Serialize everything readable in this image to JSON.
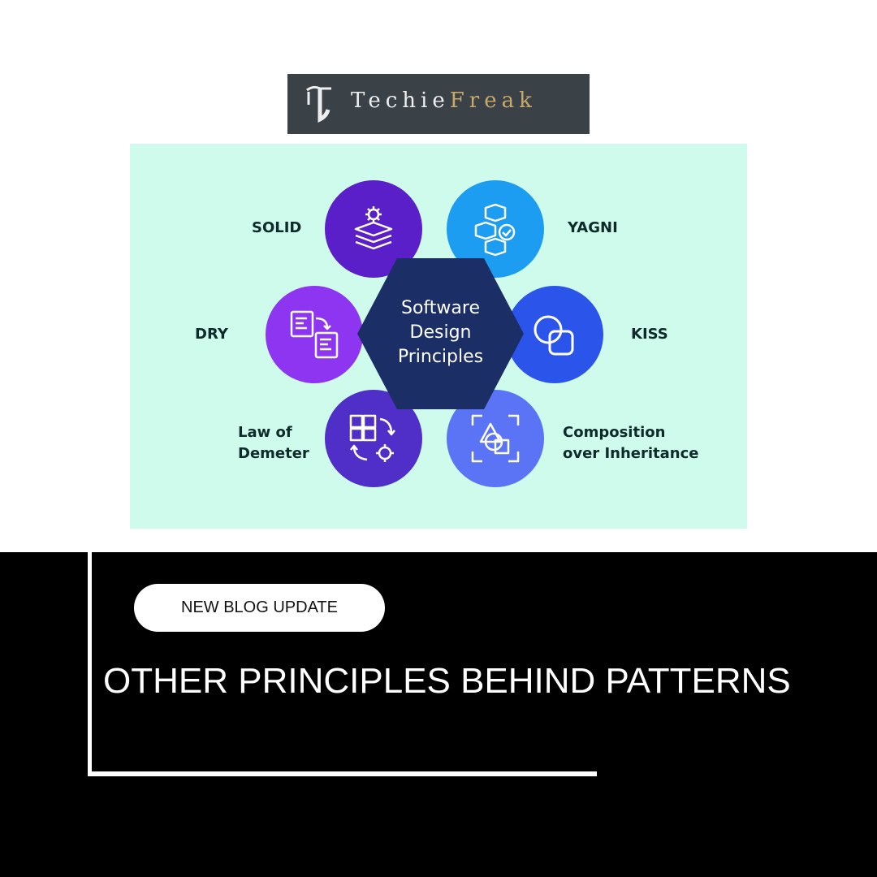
{
  "brand": {
    "name_part1": "Techie",
    "name_part2": "Freak",
    "logo_icon": "t-monogram-logo"
  },
  "diagram": {
    "center_line1": "Software",
    "center_line2": "Design",
    "center_line3": "Principles",
    "colors": {
      "background": "#cffbec",
      "center": "#1b2e66"
    },
    "principles": [
      {
        "label": "SOLID",
        "icon": "layers-gear-icon",
        "color": "#5a1fc9"
      },
      {
        "label": "YAGNI",
        "icon": "cubes-check-icon",
        "color": "#1c9df2"
      },
      {
        "label": "DRY",
        "icon": "documents-arrow-icon",
        "color": "#8d35f0"
      },
      {
        "label": "KISS",
        "icon": "overlapping-shapes-icon",
        "color": "#2b55ea"
      },
      {
        "label_line1": "Law of",
        "label_line2": "Demeter",
        "icon": "puzzle-gear-icon",
        "color": "#4f2fc7"
      },
      {
        "label_line1": "Composition",
        "label_line2": "over Inheritance",
        "icon": "shapes-frame-icon",
        "color": "#5b73f5"
      }
    ]
  },
  "banner": {
    "badge_text": "NEW BLOG UPDATE",
    "headline": "OTHER PRINCIPLES BEHIND PATTERNS"
  }
}
